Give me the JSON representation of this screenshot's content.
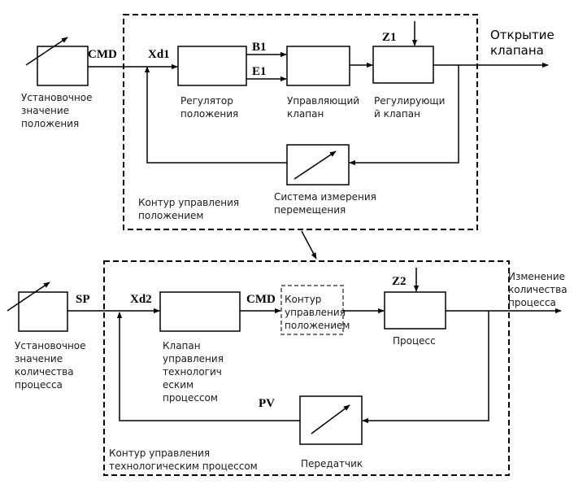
{
  "top": {
    "setpoint_label": [
      "Установочное",
      "значение",
      "положения"
    ],
    "signal_cmd": "CMD",
    "signal_xd1": "Xd1",
    "signal_b1": "B1",
    "signal_e1": "E1",
    "signal_z1": "Z1",
    "regulator_label": [
      "Регулятор",
      "положения"
    ],
    "control_valve_label": [
      "Управляющий",
      "клапан"
    ],
    "regulating_valve_label": [
      "Регулирующи",
      "й клапан"
    ],
    "output_label": [
      "Открытие",
      "клапана"
    ],
    "measure_label": [
      "Система измерения",
      "перемещения"
    ],
    "loop_label": [
      "Контур управления",
      "положением"
    ]
  },
  "bottom": {
    "setpoint_label": [
      "Установочное",
      "значение",
      "количества",
      "процесса"
    ],
    "signal_sp": "SP",
    "signal_xd2": "Xd2",
    "signal_cmd": "CMD",
    "signal_z2": "Z2",
    "signal_pv": "PV",
    "process_valve_label": [
      "Клапан",
      "управления",
      "технологич",
      "еским",
      "процессом"
    ],
    "inner_loop_label": [
      "Контур",
      "управления",
      "положением"
    ],
    "process_label": "Процесс",
    "output_label": [
      "Изменение",
      "количества",
      "процесса"
    ],
    "transmitter_label": "Передатчик",
    "loop_label": [
      "Контур управления",
      "технологическим процессом"
    ]
  }
}
